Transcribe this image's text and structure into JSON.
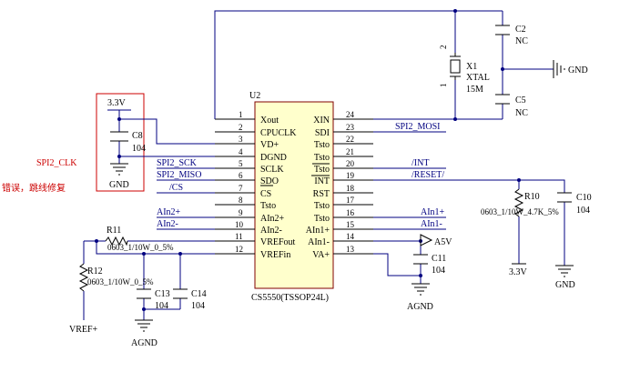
{
  "ic": {
    "ref": "U2",
    "part": "CS5550(TSSOP24L)",
    "left": [
      {
        "num": "1",
        "name": "Xout"
      },
      {
        "num": "2",
        "name": "CPUCLK"
      },
      {
        "num": "3",
        "name": "VD+"
      },
      {
        "num": "4",
        "name": "DGND"
      },
      {
        "num": "5",
        "name": "SCLK"
      },
      {
        "num": "6",
        "name": "SDO"
      },
      {
        "num": "7",
        "name": "CS"
      },
      {
        "num": "8",
        "name": "Tsto"
      },
      {
        "num": "9",
        "name": "AIn2+"
      },
      {
        "num": "10",
        "name": "AIn2-"
      },
      {
        "num": "11",
        "name": "VREFout"
      },
      {
        "num": "12",
        "name": "VREFin"
      }
    ],
    "right": [
      {
        "num": "24",
        "name": "XIN"
      },
      {
        "num": "23",
        "name": "SDI"
      },
      {
        "num": "22",
        "name": "Tsto"
      },
      {
        "num": "21",
        "name": "Tsto"
      },
      {
        "num": "20",
        "name": "Tsto"
      },
      {
        "num": "19",
        "name": "INT"
      },
      {
        "num": "18",
        "name": "RST"
      },
      {
        "num": "17",
        "name": "Tsto"
      },
      {
        "num": "16",
        "name": "Tsto"
      },
      {
        "num": "15",
        "name": "AIn1+"
      },
      {
        "num": "14",
        "name": "AIn1-"
      },
      {
        "num": "13",
        "name": "VA+"
      }
    ]
  },
  "crystal": {
    "ref": "X1",
    "type": "XTAL",
    "value": "15M",
    "pin_top": "2",
    "pin_bottom": "1"
  },
  "caps": {
    "c2": {
      "ref": "C2",
      "value": "NC"
    },
    "c5": {
      "ref": "C5",
      "value": "NC"
    },
    "c8": {
      "ref": "C8",
      "value": "104"
    },
    "c10": {
      "ref": "C10",
      "value": "104"
    },
    "c11": {
      "ref": "C11",
      "value": "104"
    },
    "c13": {
      "ref": "C13",
      "value": "104"
    },
    "c14": {
      "ref": "C14",
      "value": "104"
    }
  },
  "resistors": {
    "r10": {
      "ref": "R10",
      "value": "0603_1/10W_4.7K_5%"
    },
    "r11": {
      "ref": "R11",
      "value": "0603_1/10W_0_5%"
    },
    "r12": {
      "ref": "R12",
      "value": "0603_1/10W_0_5%"
    }
  },
  "nets": {
    "gnd": "GND",
    "agnd": "AGND",
    "v33": "3.3V",
    "a5v": "A5V",
    "vrefp": "VREF+",
    "spi2_sck": "SPI2_SCK",
    "spi2_miso": "SPI2_MISO",
    "spi2_mosi": "SPI2_MOSI",
    "cs": "/CS",
    "int": "/INT",
    "reset": "/RESET/",
    "ain2p": "AIn2+",
    "ain2m": "AIn2-",
    "ain1p": "AIn1+",
    "ain1m": "AIn1-"
  },
  "notes": {
    "spi2_clk": "SPI2_CLK",
    "fix": "错误，跳线修复"
  }
}
